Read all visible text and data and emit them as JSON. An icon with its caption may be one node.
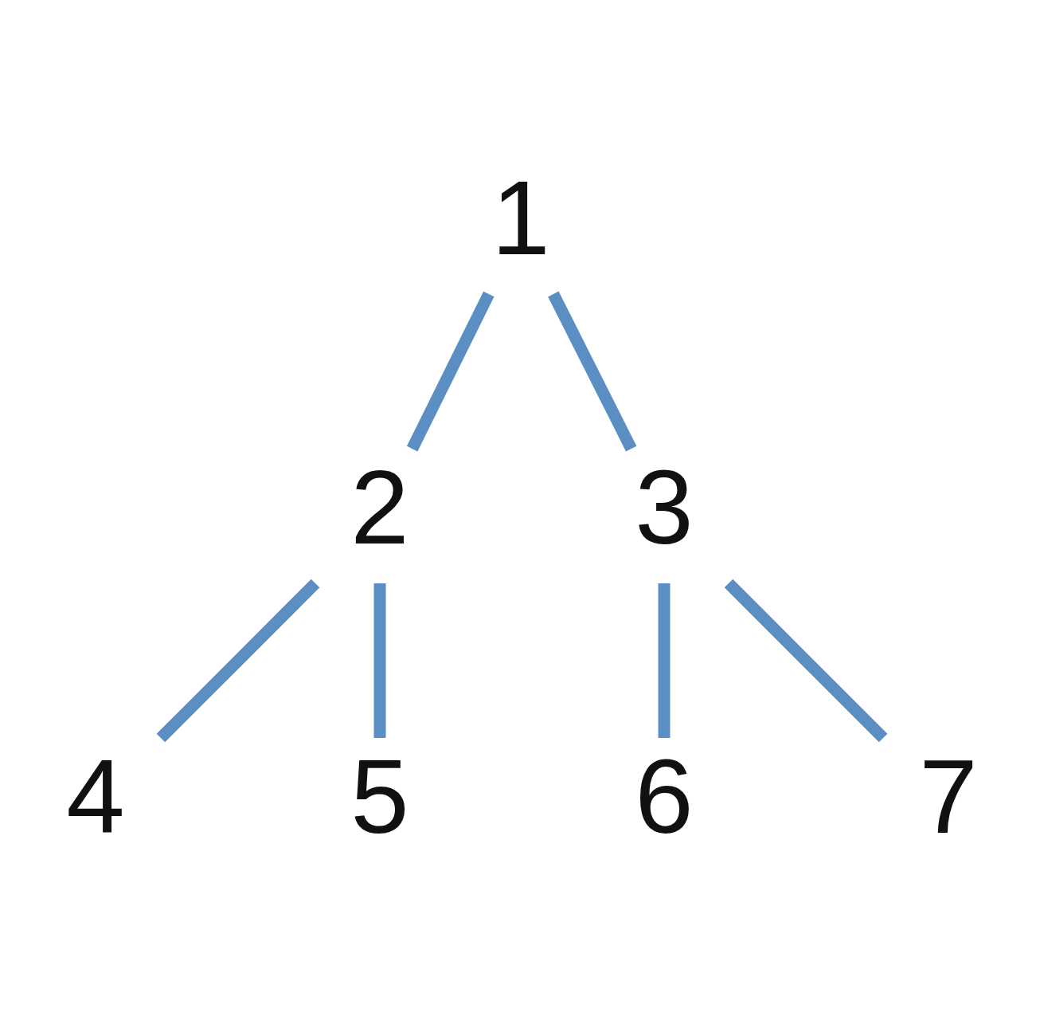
{
  "diagram": {
    "nodes": [
      {
        "text": [
          "1"
        ]
      },
      {
        "text": [
          "2"
        ]
      },
      {
        "text": [
          "3"
        ]
      },
      {
        "text": [
          "4"
        ]
      },
      {
        "text": [
          "5"
        ]
      },
      {
        "text": [
          "6"
        ]
      },
      {
        "text": [
          "7"
        ]
      }
    ],
    "edges": [
      {
        "from": 0,
        "to": 1,
        "arrow": "none"
      },
      {
        "from": 0,
        "to": 2,
        "arrow": "none"
      },
      {
        "from": 1,
        "to": 3,
        "arrow": "none"
      },
      {
        "from": 1,
        "to": 4,
        "arrow": "none"
      },
      {
        "from": 2,
        "to": 5,
        "arrow": "none"
      },
      {
        "from": 2,
        "to": 6,
        "arrow": "none"
      }
    ]
  }
}
